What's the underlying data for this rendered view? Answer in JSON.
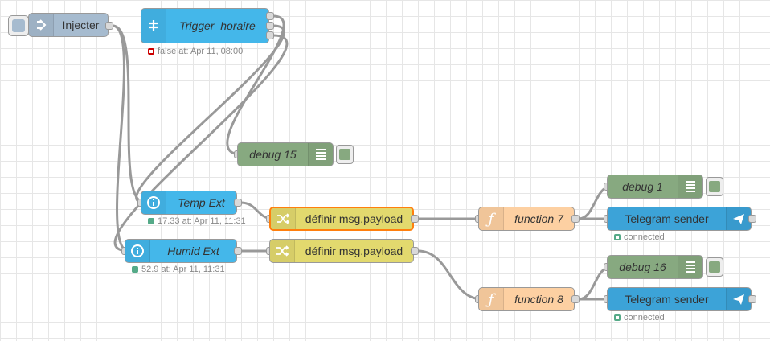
{
  "colors": {
    "inject": "#a6bbcf",
    "trigger": "#44b7ea",
    "debug": "#87a980",
    "change": "#e2d96e",
    "function": "#fdd0a2",
    "telegram": "#3ca3d8",
    "wire": "#999999",
    "status_green": "#5a8",
    "status_red": "#c00"
  },
  "nodes": {
    "injecter": {
      "label": "Injecter",
      "icon": "arrow-right-icon"
    },
    "trigger": {
      "label": "Trigger_horaire",
      "icon": "signpost-icon",
      "status": "false at: Apr 11, 08:00"
    },
    "debug15": {
      "label": "debug 15",
      "icon": "list-icon"
    },
    "temp_ext": {
      "label": "Temp Ext",
      "icon": "info-icon",
      "status": "17.33 at: Apr 11, 11:31"
    },
    "humid_ext": {
      "label": "Humid Ext",
      "icon": "info-icon",
      "status": "52.9 at: Apr 11, 11:31"
    },
    "change1": {
      "label": "définir msg.payload",
      "icon": "shuffle-icon"
    },
    "change2": {
      "label": "définir msg.payload",
      "icon": "shuffle-icon"
    },
    "function7": {
      "label": "function 7",
      "icon": "function-icon"
    },
    "function8": {
      "label": "function 8",
      "icon": "function-icon"
    },
    "debug1": {
      "label": "debug 1",
      "icon": "list-icon"
    },
    "debug16": {
      "label": "debug 16",
      "icon": "list-icon"
    },
    "telegram1": {
      "label": "Telegram sender",
      "icon": "paper-plane-icon",
      "status": "connected"
    },
    "telegram2": {
      "label": "Telegram sender",
      "icon": "paper-plane-icon",
      "status": "connected"
    }
  }
}
